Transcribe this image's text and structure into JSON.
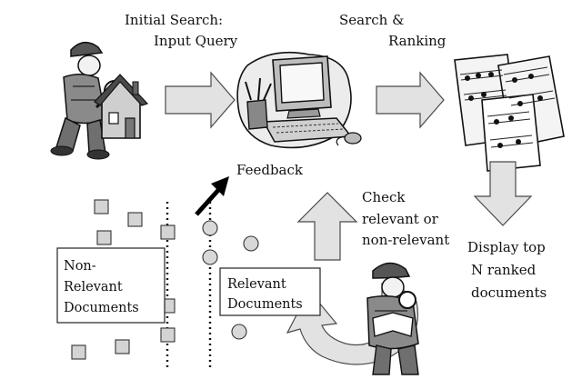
{
  "labels": {
    "initial_search_line1": "Initial Search:",
    "initial_search_line2": "Input Query",
    "search_ranking_line1": "Search &",
    "search_ranking_line2": "Ranking",
    "feedback": "Feedback",
    "check_line1": "Check",
    "check_line2": "relevant or",
    "check_line3": "non-relevant",
    "display_line1": "Display top",
    "display_line2": "N ranked",
    "display_line3": "documents"
  },
  "boxes": {
    "non_relevant_line1": "Non-",
    "non_relevant_line2": "Relevant",
    "non_relevant_line3": "Documents",
    "relevant_line1": "Relevant",
    "relevant_line2": "Documents"
  },
  "icons": {
    "detective_house": "detective-house-icon",
    "computer": "computer-icon",
    "documents": "music-sheets-documents-icon",
    "detective_reading": "detective-reading-icon"
  },
  "colors": {
    "arrow_fill": "#e2e2e2",
    "outline": "#333333"
  }
}
